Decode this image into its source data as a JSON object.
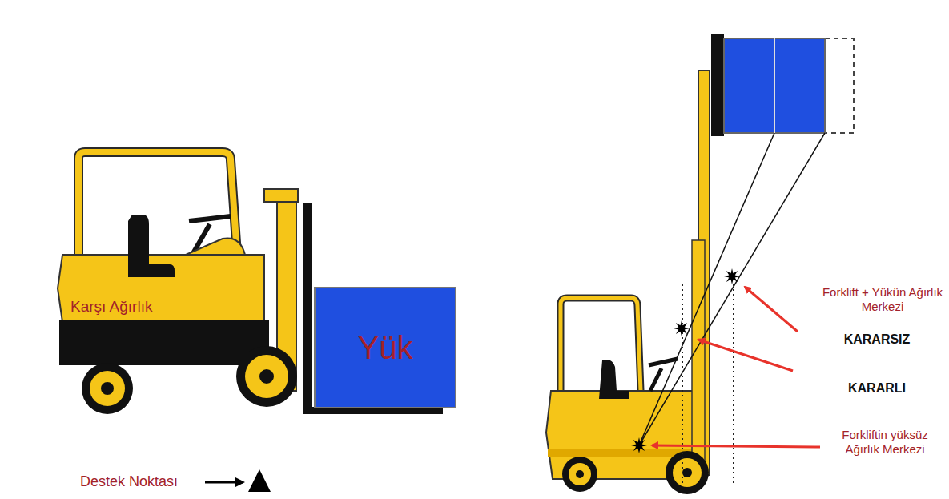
{
  "diagram": {
    "nodes": [
      {
        "text": [
          "Yük"
        ]
      }
    ],
    "labels": [
      "Karşı Ağırlık",
      "Destek Noktası",
      "Forklift + Yükün Ağırlık Merkezi",
      "KARARSIZ",
      "KARARLI",
      "Forkliftin yüksüz Ağırlık Merkezi"
    ]
  }
}
